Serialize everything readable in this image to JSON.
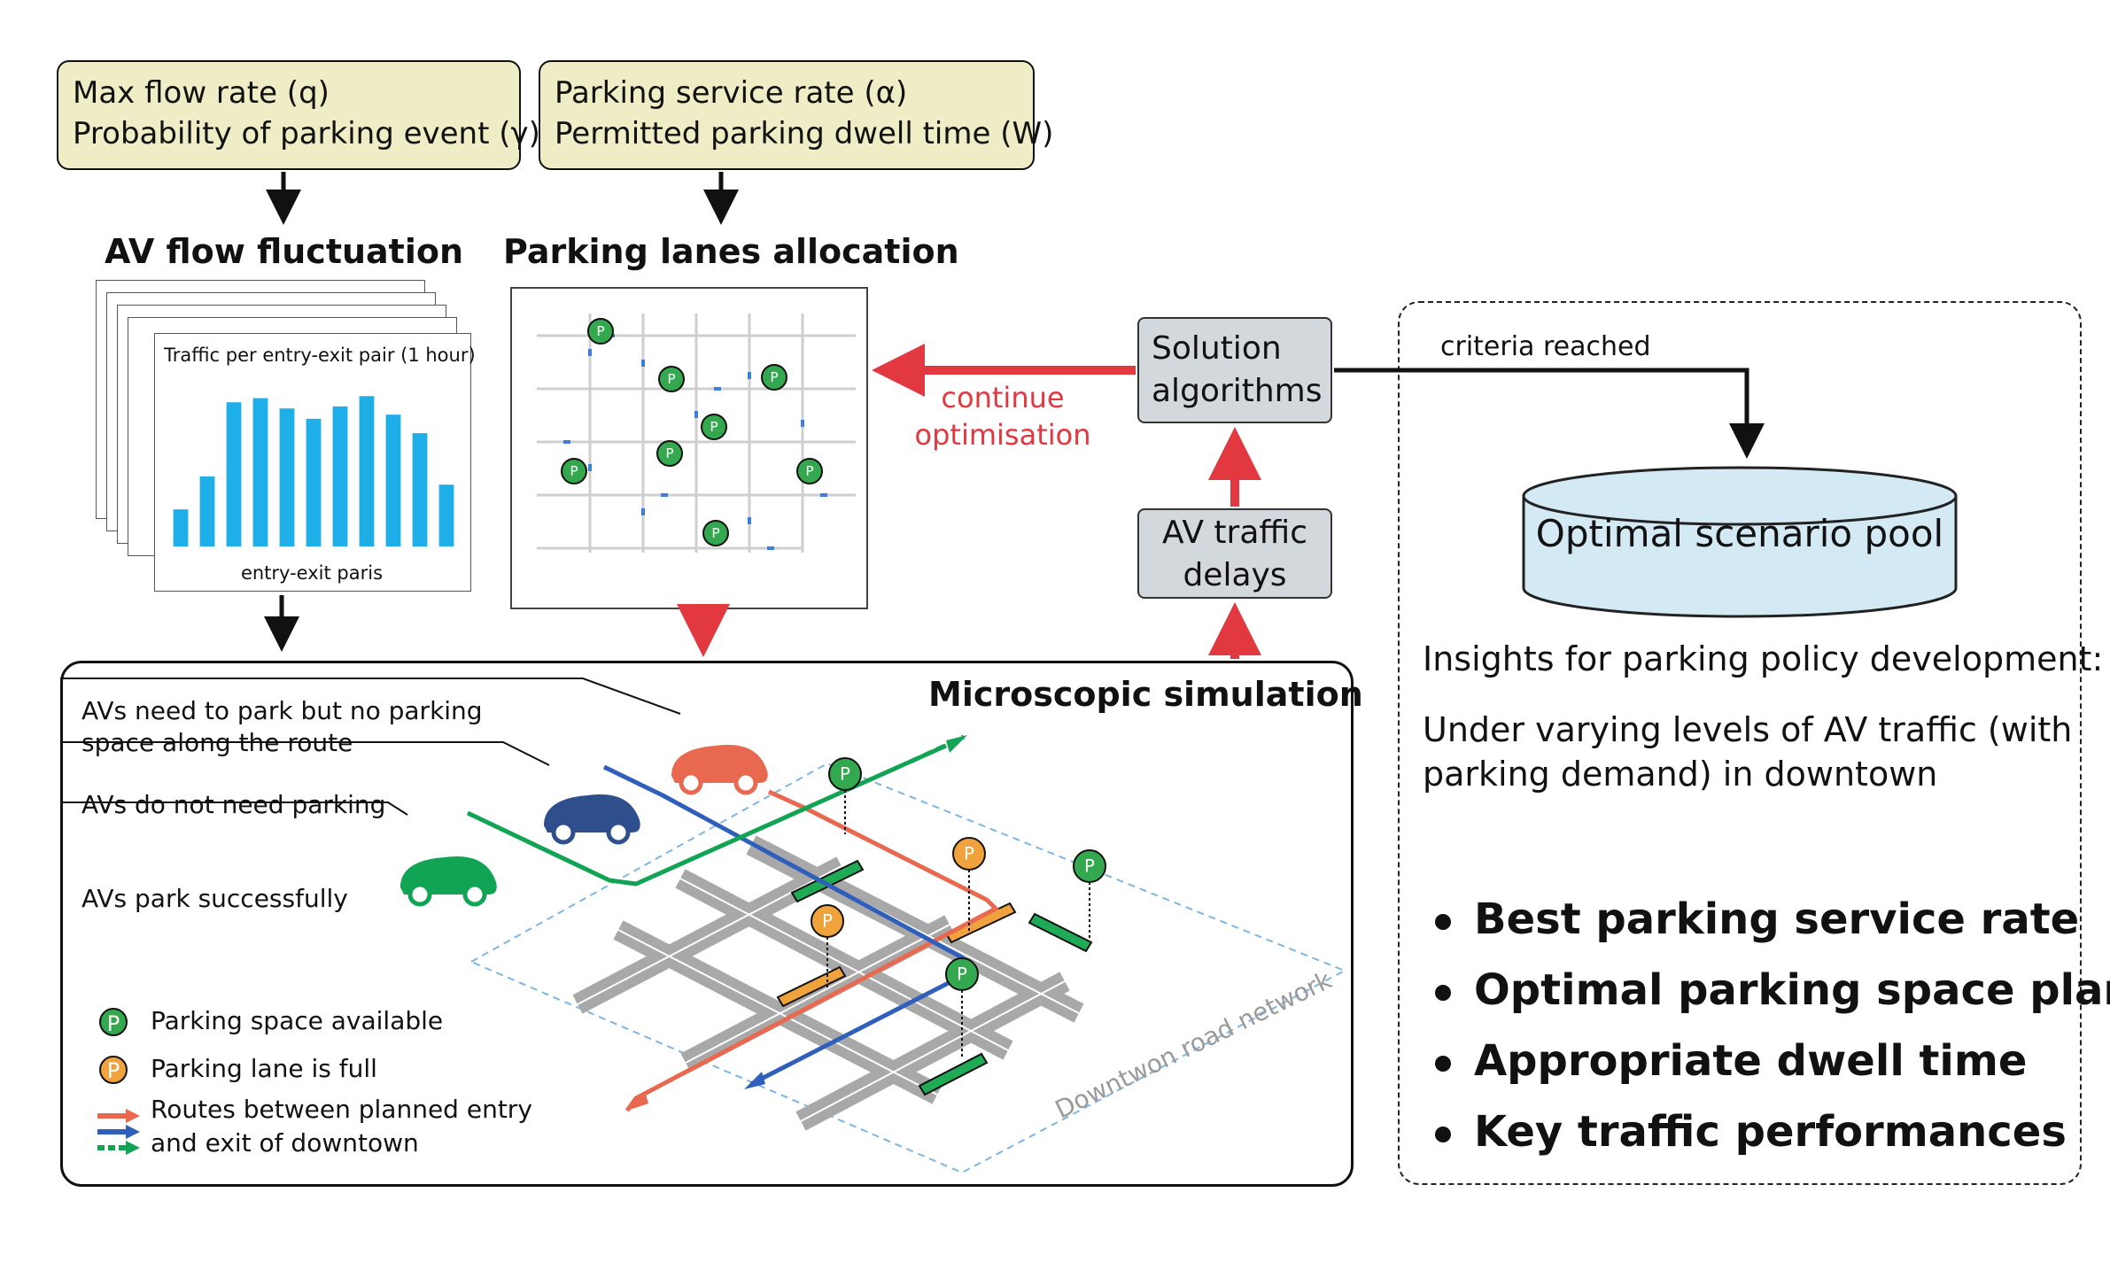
{
  "params_left": {
    "line1": "Max flow rate (q)",
    "line2": "Probability of parking event (γ)"
  },
  "params_right": {
    "line1": "Parking service rate (α)",
    "line2": "Permitted parking dwell time (W)"
  },
  "flow": {
    "title": "AV flow fluctuation",
    "chart_title": "Traffic per entry-exit pair (1 hour)",
    "xlabel": "entry-exit paris"
  },
  "chart_data": {
    "type": "bar",
    "title": "Traffic per entry-exit pair (1 hour)",
    "xlabel": "entry-exit paris",
    "ylabel": "",
    "values": [
      18,
      34,
      70,
      72,
      67,
      62,
      68,
      73,
      64,
      55,
      30
    ],
    "ylim": [
      0,
      80
    ],
    "color": "#1eaee8"
  },
  "allocation": {
    "title": "Parking lanes allocation"
  },
  "solution": {
    "line1": "Solution",
    "line2": "algorithms"
  },
  "delays": {
    "line1": "AV traffic",
    "line2": "delays"
  },
  "loop": {
    "line1": "continue",
    "line2": "optimisation"
  },
  "criteria": "criteria reached",
  "pool": "Optimal scenario pool",
  "insights": {
    "title": "Insights for parking policy development:",
    "line1": "Under varying levels of AV traffic (with",
    "line2": "parking demand) in downtown",
    "bullets": [
      "Best parking service rate",
      "Optimal parking space plan",
      "Appropriate dwell time",
      "Key traffic performances"
    ]
  },
  "sim": {
    "title": "Microscopic simulation",
    "label_red_1": "AVs need to park but no parking",
    "label_red_2": "space along the route",
    "label_blue": "AVs do not need parking",
    "label_green": "AVs park successfully",
    "network": "Downtwon road network",
    "parking_letter": "P",
    "legend": {
      "available": "Parking space available",
      "full": "Parking lane is full",
      "routes_1": "Routes between planned entry",
      "routes_2": "and exit of downtown"
    }
  },
  "colors": {
    "param_fill": "#eeedc5",
    "box_grey": "#d3d8dd",
    "pool_fill": "#d3e9f4",
    "red": "#e2383f",
    "car_red": "#e8694f",
    "car_blue": "#2f4f8c",
    "car_green": "#12a455",
    "p_green": "#34a84f",
    "p_orange": "#f0a33c",
    "bar_blue": "#1eaee8"
  }
}
